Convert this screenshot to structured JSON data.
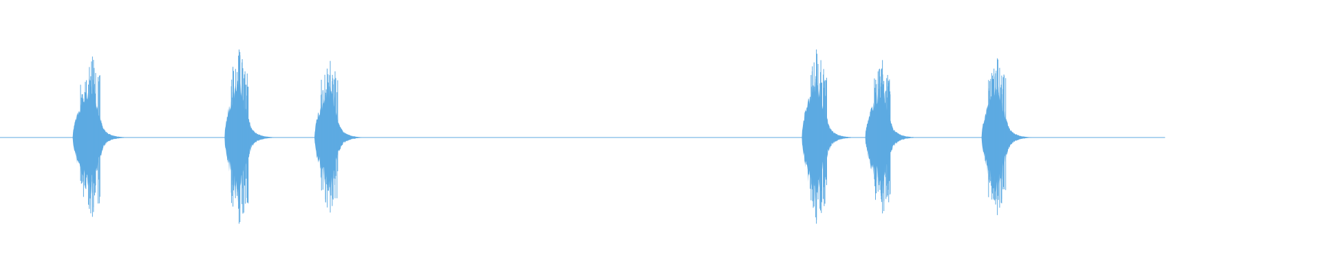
{
  "waveform": {
    "color": "#5DAAE2",
    "background": "#FFFFFF",
    "bursts": [
      {
        "name": "burst-1",
        "start": 0.055,
        "peak": 0.07,
        "end": 0.078,
        "amplitude": 0.92
      },
      {
        "name": "burst-2",
        "start": 0.17,
        "peak": 0.181,
        "end": 0.19,
        "amplitude": 1.0
      },
      {
        "name": "burst-3",
        "start": 0.238,
        "peak": 0.25,
        "end": 0.258,
        "amplitude": 0.87
      },
      {
        "name": "burst-4",
        "start": 0.607,
        "peak": 0.618,
        "end": 0.628,
        "amplitude": 1.0
      },
      {
        "name": "burst-5",
        "start": 0.655,
        "peak": 0.668,
        "end": 0.676,
        "amplitude": 0.88
      },
      {
        "name": "burst-6",
        "start": 0.743,
        "peak": 0.755,
        "end": 0.764,
        "amplitude": 0.9
      }
    ],
    "signal_end": 0.882
  }
}
